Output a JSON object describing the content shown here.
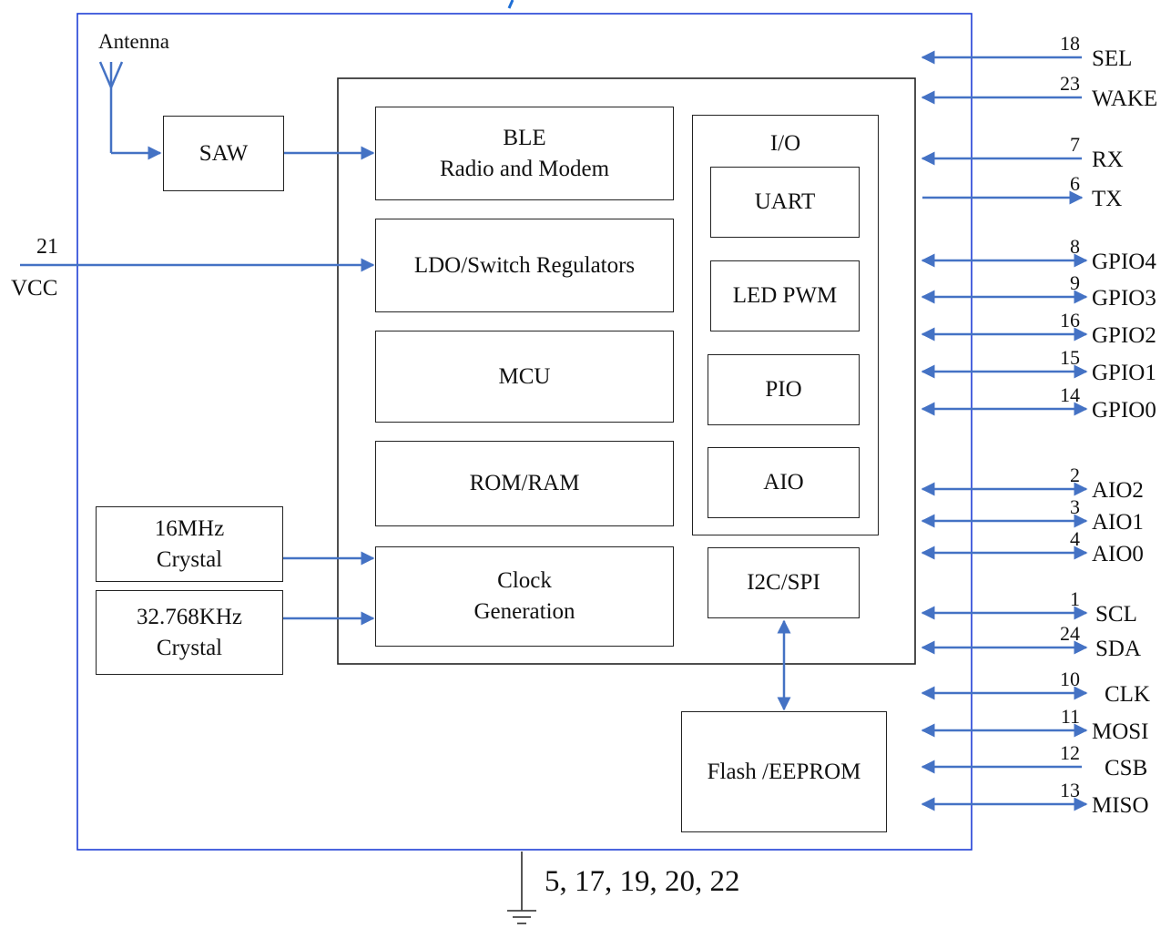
{
  "diagram": {
    "antenna_label": "Antenna",
    "blocks": {
      "saw": "SAW",
      "ble_line1": "BLE",
      "ble_line2": "Radio and Modem",
      "ldo": "LDO/Switch Regulators",
      "mcu": "MCU",
      "rom_ram": "ROM/RAM",
      "clock_line1": "Clock",
      "clock_line2": "Generation",
      "io_title": "I/O",
      "uart": "UART",
      "led_pwm": "LED PWM",
      "pio": "PIO",
      "aio": "AIO",
      "i2c_spi": "I2C/SPI",
      "flash": "Flash /EEPROM",
      "crystal16_line1": "16MHz",
      "crystal16_line2": "Crystal",
      "crystal32_line1": "32.768KHz",
      "crystal32_line2": "Crystal"
    },
    "vcc": {
      "pin": "21",
      "label": "VCC"
    },
    "ground_pins": "5, 17, 19, 20, 22",
    "pins": [
      {
        "pin": "18",
        "signal": "SEL",
        "dir": "in"
      },
      {
        "pin": "23",
        "signal": "WAKE",
        "dir": "in"
      },
      {
        "pin": "7",
        "signal": "RX",
        "dir": "in"
      },
      {
        "pin": "6",
        "signal": "TX",
        "dir": "out"
      },
      {
        "pin": "8",
        "signal": "GPIO4",
        "dir": "bidir"
      },
      {
        "pin": "9",
        "signal": "GPIO3",
        "dir": "bidir"
      },
      {
        "pin": "16",
        "signal": "GPIO2",
        "dir": "bidir"
      },
      {
        "pin": "15",
        "signal": "GPIO1",
        "dir": "bidir"
      },
      {
        "pin": "14",
        "signal": "GPIO0",
        "dir": "bidir"
      },
      {
        "pin": "2",
        "signal": "AIO2",
        "dir": "bidir"
      },
      {
        "pin": "3",
        "signal": "AIO1",
        "dir": "bidir"
      },
      {
        "pin": "4",
        "signal": "AIO0",
        "dir": "bidir"
      },
      {
        "pin": "1",
        "signal": "SCL",
        "dir": "bidir"
      },
      {
        "pin": "24",
        "signal": "SDA",
        "dir": "bidir"
      },
      {
        "pin": "10",
        "signal": "CLK",
        "dir": "bidir"
      },
      {
        "pin": "11",
        "signal": "MOSI",
        "dir": "bidir"
      },
      {
        "pin": "12",
        "signal": "CSB",
        "dir": "in"
      },
      {
        "pin": "13",
        "signal": "MISO",
        "dir": "bidir"
      }
    ],
    "colors": {
      "arrow": "#4472c4",
      "module_border": "#1f3fd6",
      "block_border": "#222222"
    }
  }
}
